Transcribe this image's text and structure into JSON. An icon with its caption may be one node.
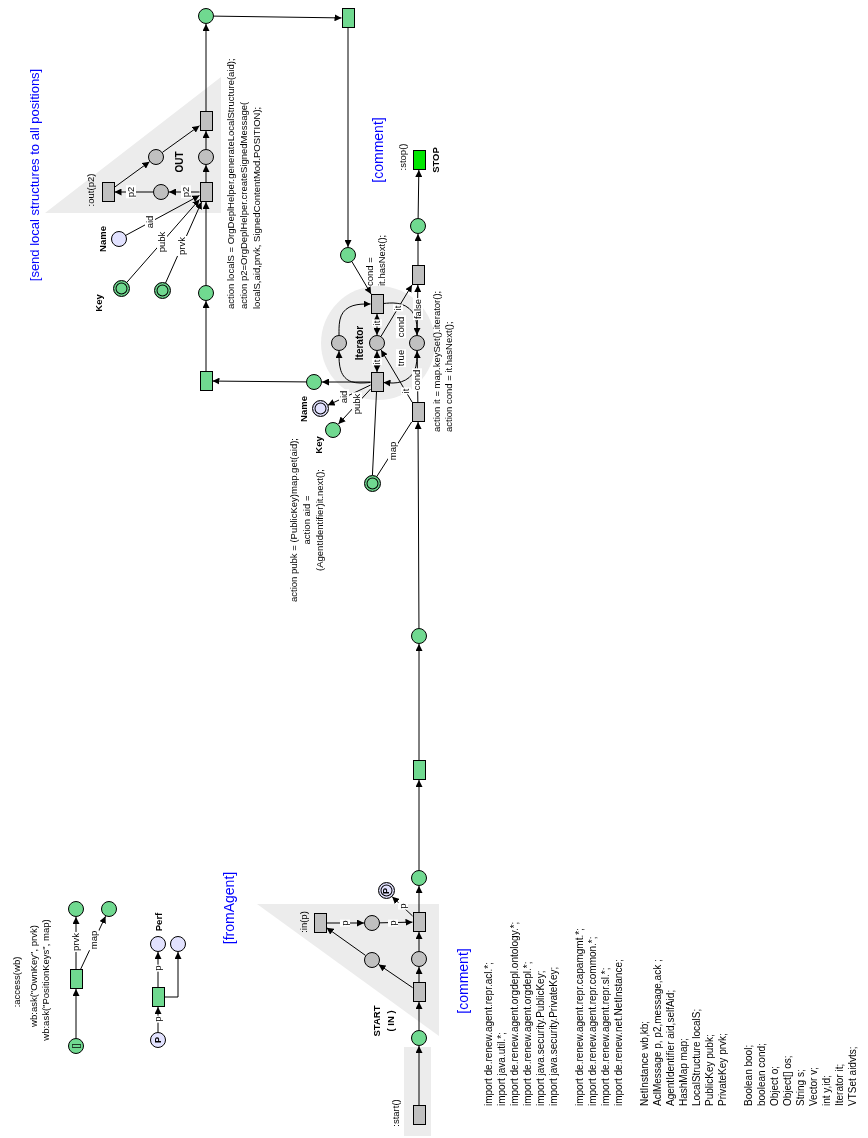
{
  "diagram": {
    "nodes": [
      {
        "text": [
          "[]"
        ]
      },
      {
        "text": [],
        "shape": "box",
        "beside": [
          ":access(wb)",
          "wb:ask(\"OwnKey\", prvk)",
          "wb:ask(\"PositionKeys\", map)"
        ]
      },
      {
        "text": [],
        "shape": "circle"
      },
      {
        "text": [],
        "shape": "circle"
      },
      {
        "text": [
          "P"
        ]
      },
      {
        "text": [],
        "shape": "box"
      },
      {
        "text": [],
        "shape": "circle",
        "beside": [
          "Perf"
        ]
      },
      {
        "text": [],
        "shape": "circle"
      },
      {
        "text": [],
        "shape": "box"
      },
      {
        "text": [],
        "shape": "box",
        "in": 8,
        "beside": [
          ":start()"
        ]
      },
      {
        "text": [],
        "shape": "circle",
        "beside": [
          "START",
          "( IN )"
        ]
      },
      {
        "text": [],
        "shape": "triangle"
      },
      {
        "text": [],
        "shape": "box",
        "in": 11
      },
      {
        "text": [],
        "shape": "circle",
        "in": 11
      },
      {
        "text": [],
        "shape": "circle",
        "in": 11
      },
      {
        "text": [],
        "shape": "box",
        "in": 11,
        "beside": [
          ":in(p)"
        ]
      },
      {
        "text": [],
        "shape": "circle",
        "in": 11
      },
      {
        "text": [],
        "shape": "box",
        "in": 11
      },
      {
        "text": [
          "P"
        ]
      },
      {
        "text": [],
        "shape": "circle"
      },
      {
        "text": [],
        "shape": "box"
      },
      {
        "text": [],
        "shape": "circle"
      },
      {
        "text": [],
        "shape": "box",
        "beside": [
          "action it = map.keySet().iterator();",
          "action cond =  it.hasNext();"
        ]
      },
      {
        "text": [],
        "shape": "circle"
      },
      {
        "text": [
          "Iterator"
        ]
      },
      {
        "text": [],
        "shape": "box",
        "in": 24,
        "beside": [
          "action pubk = (PublicKey)map.get(aid);",
          "action aid =",
          "(AgentIdentifier)it.next();"
        ]
      },
      {
        "text": [],
        "shape": "circle",
        "in": 24
      },
      {
        "text": [],
        "shape": "circle",
        "in": 24
      },
      {
        "text": [],
        "shape": "circle",
        "in": 24
      },
      {
        "text": [],
        "shape": "box",
        "in": 24,
        "beside": [
          "cond = it.hasNext();"
        ]
      },
      {
        "text": [],
        "shape": "circle",
        "beside": [
          "Name"
        ]
      },
      {
        "text": [],
        "shape": "circle",
        "beside": [
          "Key"
        ]
      },
      {
        "text": [],
        "shape": "circle"
      },
      {
        "text": [],
        "shape": "box"
      },
      {
        "text": [],
        "shape": "circle"
      },
      {
        "text": [
          "OUT"
        ]
      },
      {
        "text": [],
        "shape": "box",
        "in": 35,
        "beside": [
          "action localS = OrgDeplHelper.generateLocalStructure(aid);",
          "action p2=OrgDeplHelper.createSignedMessage(",
          "localS,aid,prvk, SignedContentMod.POSITION);"
        ]
      },
      {
        "text": [],
        "shape": "circle",
        "in": 35
      },
      {
        "text": [],
        "shape": "box",
        "in": 35,
        "beside": [
          ":out(p2)"
        ]
      },
      {
        "text": [],
        "shape": "circle",
        "in": 35
      },
      {
        "text": [],
        "shape": "circle",
        "in": 35
      },
      {
        "text": [],
        "shape": "box",
        "in": 35
      },
      {
        "text": [],
        "shape": "circle",
        "beside": [
          "Name"
        ]
      },
      {
        "text": [],
        "shape": "circle",
        "beside": [
          "Key"
        ]
      },
      {
        "text": [],
        "shape": "circle"
      },
      {
        "text": [],
        "shape": "circle"
      },
      {
        "text": [],
        "shape": "box"
      },
      {
        "text": [],
        "shape": "circle"
      },
      {
        "text": [],
        "shape": "box"
      },
      {
        "text": [],
        "shape": "circle"
      },
      {
        "text": [],
        "shape": "box",
        "beside": [
          ":stop()",
          "STOP"
        ]
      }
    ],
    "edges": [
      {
        "from": 0,
        "to": 1,
        "arrow": "to"
      },
      {
        "from": 1,
        "to": 2,
        "arrow": "to",
        "label": "prvk"
      },
      {
        "from": 1,
        "to": 3,
        "arrow": "to",
        "label": "map"
      },
      {
        "from": 4,
        "to": 5,
        "arrow": "to",
        "label": "p"
      },
      {
        "from": 5,
        "to": 6,
        "arrow": "to",
        "label": "p"
      },
      {
        "from": 5,
        "to": 7,
        "arrow": "to"
      },
      {
        "from": 9,
        "to": 10,
        "arrow": "to"
      },
      {
        "from": 10,
        "to": 17,
        "arrow": "to"
      },
      {
        "from": 17,
        "to": 13,
        "arrow": "to"
      },
      {
        "from": 17,
        "to": 14,
        "arrow": "to"
      },
      {
        "from": 14,
        "to": 15,
        "arrow": "to"
      },
      {
        "from": 15,
        "to": 16,
        "arrow": "to",
        "label": "p"
      },
      {
        "from": 16,
        "to": 12,
        "arrow": "to",
        "label": "p"
      },
      {
        "from": 13,
        "to": 12,
        "arrow": "to"
      },
      {
        "from": 12,
        "to": 18,
        "arrow": "to",
        "label": "p"
      },
      {
        "from": 12,
        "to": 19,
        "arrow": "to"
      },
      {
        "from": 19,
        "to": 20,
        "arrow": "to"
      },
      {
        "from": 20,
        "to": 21,
        "arrow": "to"
      },
      {
        "from": 21,
        "to": 22,
        "arrow": "to"
      },
      {
        "from": 22,
        "to": 28,
        "arrow": "to",
        "label": "cond"
      },
      {
        "from": 22,
        "to": 27,
        "arrow": "to",
        "label": "it"
      },
      {
        "from": 23,
        "to": 22,
        "arrow": "none",
        "label": "map"
      },
      {
        "from": 23,
        "to": 25,
        "arrow": "none"
      },
      {
        "from": 25,
        "to": 27,
        "arrow": "both",
        "label": "it"
      },
      {
        "from": 27,
        "to": 29,
        "arrow": "both",
        "label": "it"
      },
      {
        "from": 25,
        "to": 26,
        "arrow": "to"
      },
      {
        "from": 26,
        "to": 29,
        "arrow": "to"
      },
      {
        "from": 28,
        "to": 25,
        "arrow": "to",
        "label": "true"
      },
      {
        "from": 29,
        "to": 28,
        "arrow": "to",
        "label": "cond"
      },
      {
        "from": 28,
        "to": 48,
        "arrow": "to",
        "label": "false"
      },
      {
        "from": 27,
        "to": 48,
        "arrow": "to",
        "label": "it"
      },
      {
        "from": 25,
        "to": 32,
        "arrow": "to"
      },
      {
        "from": 25,
        "to": 30,
        "arrow": "to",
        "label": "aid"
      },
      {
        "from": 25,
        "to": 31,
        "arrow": "to",
        "label": "pubk"
      },
      {
        "from": 32,
        "to": 33,
        "arrow": "to"
      },
      {
        "from": 33,
        "to": 34,
        "arrow": "to"
      },
      {
        "from": 34,
        "to": 36,
        "arrow": "to"
      },
      {
        "from": 42,
        "to": 36,
        "arrow": "to",
        "label": "aid"
      },
      {
        "from": 43,
        "to": 36,
        "arrow": "to",
        "label": "pubk"
      },
      {
        "from": 44,
        "to": 36,
        "arrow": "to",
        "label": "prvk"
      },
      {
        "from": 36,
        "to": 37,
        "arrow": "to",
        "label": "p2"
      },
      {
        "from": 37,
        "to": 38,
        "arrow": "to",
        "label": "p2"
      },
      {
        "from": 38,
        "to": 39,
        "arrow": "to"
      },
      {
        "from": 39,
        "to": 41,
        "arrow": "to"
      },
      {
        "from": 36,
        "to": 40,
        "arrow": "to"
      },
      {
        "from": 40,
        "to": 41,
        "arrow": "to"
      },
      {
        "from": 41,
        "to": 45,
        "arrow": "to"
      },
      {
        "from": 45,
        "to": 46,
        "arrow": "to"
      },
      {
        "from": 46,
        "to": 47,
        "arrow": "to"
      },
      {
        "from": 47,
        "to": 29,
        "arrow": "to"
      },
      {
        "from": 48,
        "to": 49,
        "arrow": "to"
      },
      {
        "from": 49,
        "to": 50,
        "arrow": "to"
      }
    ],
    "labels": [
      "[send local structures to all positions]",
      "[comment]",
      "[fromAgent]",
      "[comment]",
      "import de.renew.agent.repr.acl.*;",
      "import java.util.*;",
      "import de.renew.agent.orgdepl.ontology.*;",
      "import de.renew.agent.orgdepl.*;",
      "import java.security.PublicKey;",
      "import java.security.PrivateKey;",
      "import de.renew.agent.repr.capamgmt.*;",
      "import de.renew.agent.repr.common.*;",
      "import de.renew.agent.repr.sl.*;",
      "import de.renew.net.NetInstance;",
      "NetInstance wb,kb;",
      "AclMessage p, p2,message,ack ;",
      "AgentIdentifier aid,selfAid;",
      "HashMap map;",
      "LocalStructure localS;",
      "PublicKey pubk;",
      "PrivateKey prvk;",
      "Boolean bool;",
      "boolean cond;",
      "Object o;",
      "Object[] os;",
      "String s;",
      "Vector v;",
      "int y,id;",
      "Iterator  it;",
      "VTSet aidvts;"
    ]
  }
}
